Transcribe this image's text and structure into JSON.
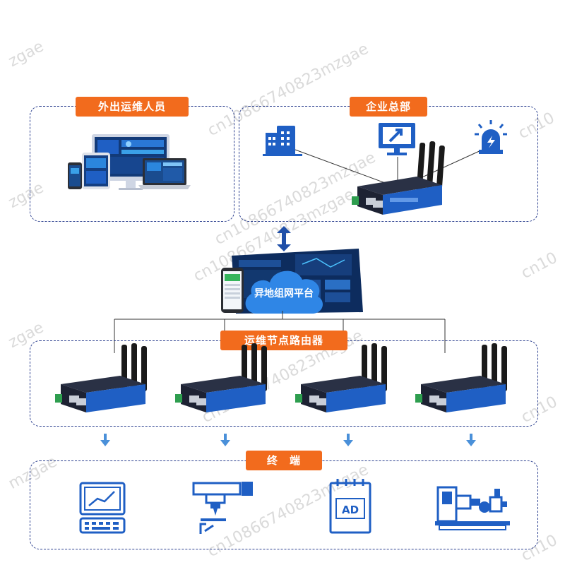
{
  "sections": {
    "field_staff": "外出运维人员",
    "hq": "企业总部",
    "platform": "异地组网平台",
    "node_routers": "运维节点路由器",
    "terminals": "终　端"
  },
  "terminal_icons": {
    "ad_label": "AD"
  },
  "watermarks": [
    "zgae",
    "cn10866740823mzgae",
    "zgae",
    "cn10866740823mzgae",
    "cn10866740823mzgae",
    "cn10",
    "zgae",
    "cn10",
    "cn10866740823mzgae",
    "mzgae",
    "cn10",
    "cn10866740823mzgae",
    "cn10"
  ],
  "colors": {
    "tag_orange": "#f26b1d",
    "box_dash": "#2b3f8f",
    "icon_blue": "#1f5fc4",
    "router_dark": "#1d2233",
    "router_blue": "#1f5fc4",
    "arrow_blue": "#4a90d9"
  }
}
